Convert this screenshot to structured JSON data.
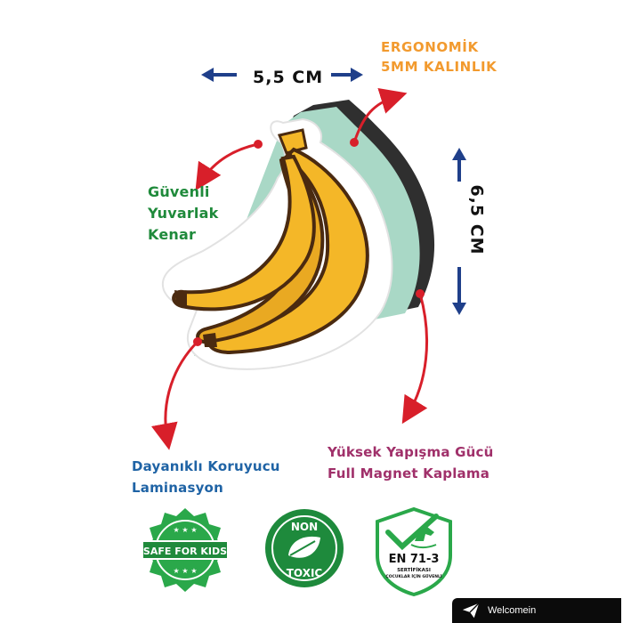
{
  "dimensions": {
    "width": "5,5 CM",
    "height": "6,5 CM"
  },
  "features": {
    "ergonomic": [
      "ERGONOMİK",
      "5MM KALINLIK"
    ],
    "safe_edge": [
      "Güvenli",
      "Yuvarlak",
      "Kenar"
    ],
    "lamination": [
      "Dayanıklı Koruyucu",
      "Laminasyon"
    ],
    "magnet": [
      "Yüksek Yapışma Gücü",
      "Full Magnet Kaplama"
    ]
  },
  "badges": {
    "safe_for_kids": "SAFE FOR KIDS",
    "non_toxic_top": "NON",
    "non_toxic_bottom": "TOXIC",
    "en71": "EN 71-3",
    "en71_sub1": "SERTİFİKASI",
    "en71_sub2": "ÇOCUKLAR İÇİN GÜVENLİ"
  },
  "watermark": "Welcomein",
  "colors": {
    "arrow_red": "#d81f2a",
    "dimension_blue": "#1f3f8a",
    "banana_yellow": "#f4b728",
    "magnet_green": "#a9d8c6",
    "magnet_dark": "#3a3a3a"
  }
}
